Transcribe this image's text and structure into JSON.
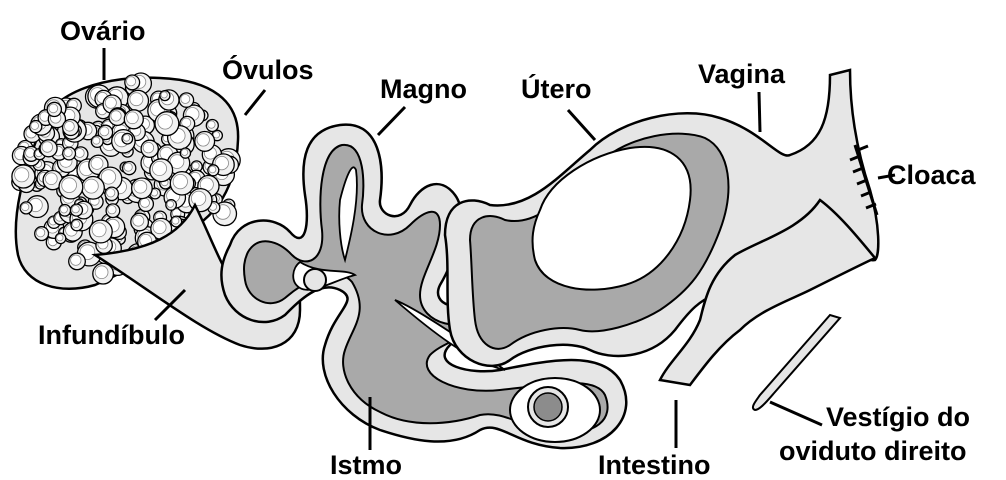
{
  "labels": {
    "ovario": "Ovário",
    "ovulos": "Óvulos",
    "magno": "Magno",
    "utero": "Útero",
    "vagina": "Vagina",
    "cloaca": "Cloaca",
    "infundibulo": "Infundíbulo",
    "istmo": "Istmo",
    "intestino": "Intestino",
    "vestigio_line1": "Vestígio do",
    "vestigio_line2": "oviduto direito"
  },
  "colors": {
    "outline": "#000000",
    "light_fill": "#e6e6e6",
    "mid_fill": "#a9a9a9",
    "egg_fill": "#8c8c8c",
    "background": "#ffffff"
  }
}
